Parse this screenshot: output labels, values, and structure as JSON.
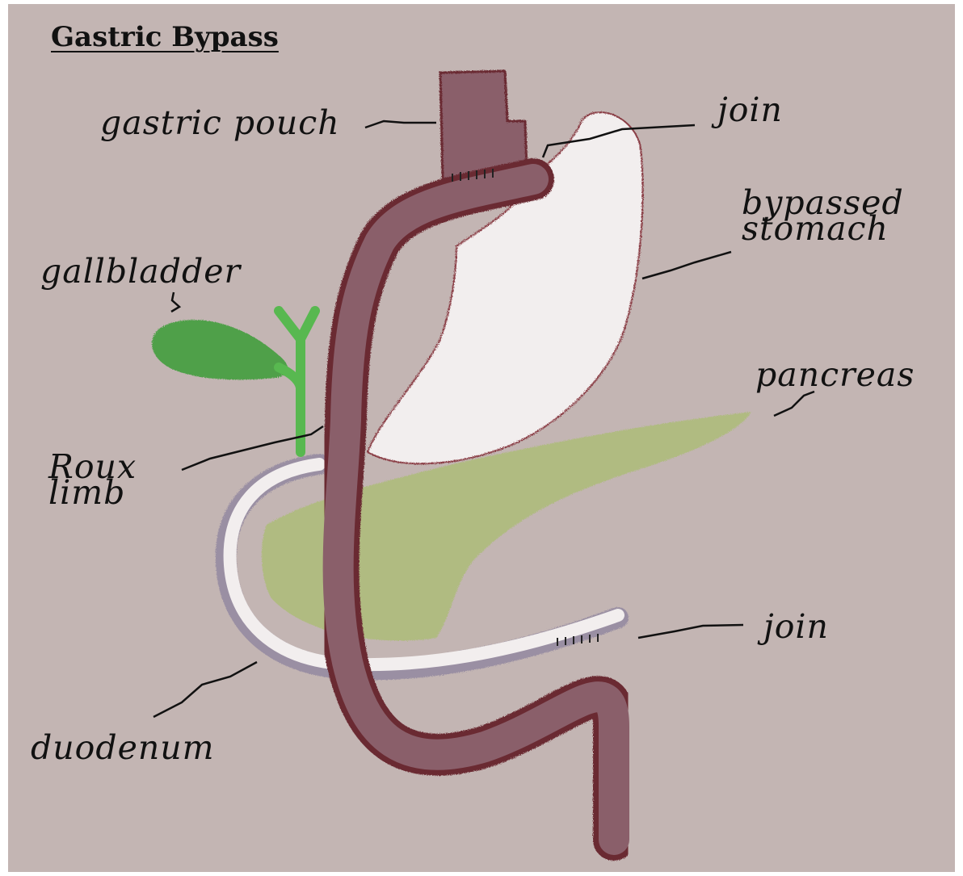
{
  "title": "Gastric Bypass",
  "labels": {
    "gastric_pouch": "gastric pouch",
    "join_top": "join",
    "bypassed_line1": "bypassed",
    "bypassed_line2": "stomach",
    "gallbladder": "gallbladder",
    "pancreas": "pancreas",
    "roux_line1": "Roux",
    "roux_line2": "limb",
    "join_bottom": "join",
    "duodenum": "duodenum"
  },
  "colors": {
    "background": "#c3b5b3",
    "intestine": "#8a5f6a",
    "intestine_edge": "#6b2a33",
    "stomach_fill": "#f2eeee",
    "pancreas": "#aebc7c",
    "gallbladder": "#4fa04a",
    "bile_duct": "#58b850",
    "duodenum_edge": "#9a8fa3"
  }
}
